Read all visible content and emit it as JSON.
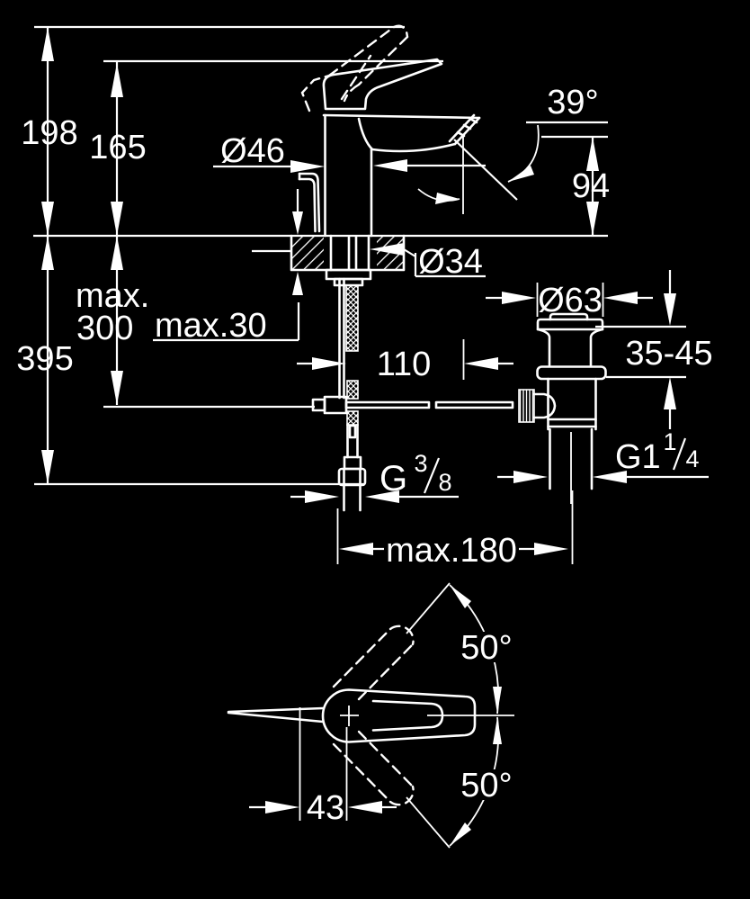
{
  "diagram": {
    "type": "technical-drawing",
    "background_color": "#000000",
    "line_color": "#ffffff",
    "labels": {
      "height_total": "198",
      "height_spout": "165",
      "height_below": "395",
      "hose_max_line1": "max.",
      "hose_max_line2": "300",
      "deck_max_thickness": "max.30",
      "body_diameter": "Ø46",
      "spout_angle": "39°",
      "spout_height": "94",
      "hole_diameter": "Ø34",
      "waste_plug_diameter": "Ø63",
      "spout_projection": "110",
      "basin_thickness_range": "35-45",
      "supply_thread": {
        "prefix": "G",
        "numerator": "3",
        "denominator": "8"
      },
      "waste_thread": {
        "prefix": "G1",
        "numerator": "1",
        "denominator": "4"
      },
      "max_distance": "max.180",
      "handle_swing_upper": "50°",
      "handle_swing_lower": "50°",
      "handle_offset": "43"
    }
  }
}
